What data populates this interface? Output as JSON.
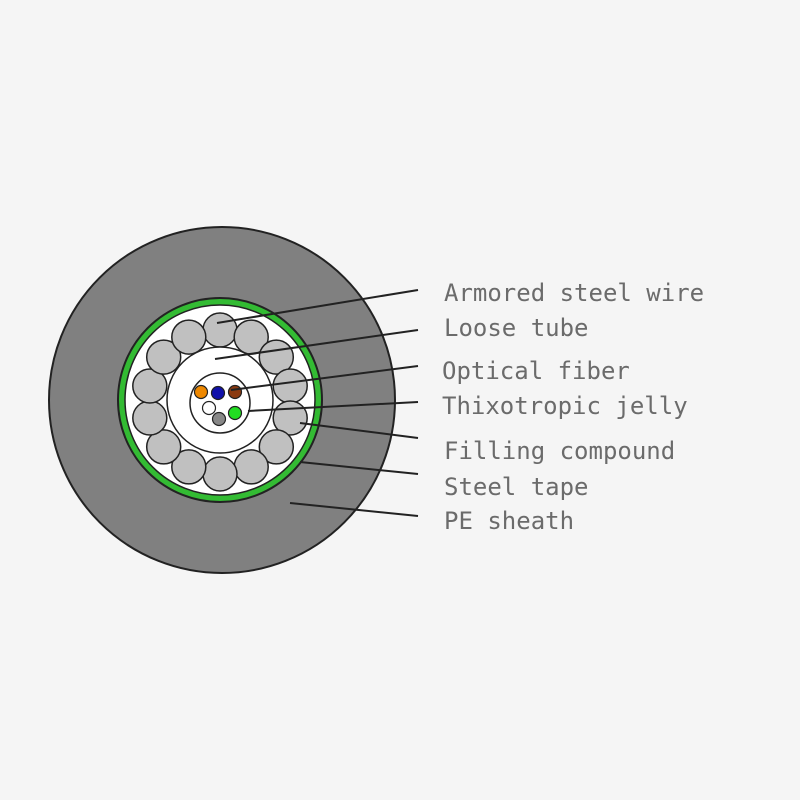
{
  "diagram": {
    "labels": [
      "Armored steel wire",
      "Loose tube",
      "Optical fiber",
      "Thixotropic jelly",
      "Filling compound",
      "Steel tape",
      "PE sheath"
    ]
  },
  "colors": {
    "background": "#f5f5f5",
    "pe_sheath": "#808080",
    "steel_tape": "#33bb33",
    "filling_compound": "#ffffff",
    "armored_wire": "#c0c0c0",
    "loose_tube": "#ffffff",
    "leader_line": "#222222",
    "label_text": "#6b6b6b",
    "fibers": [
      "#ee8800",
      "#1111aa",
      "#8b3a10",
      "#ffffff",
      "#888888",
      "#22dd22"
    ]
  }
}
